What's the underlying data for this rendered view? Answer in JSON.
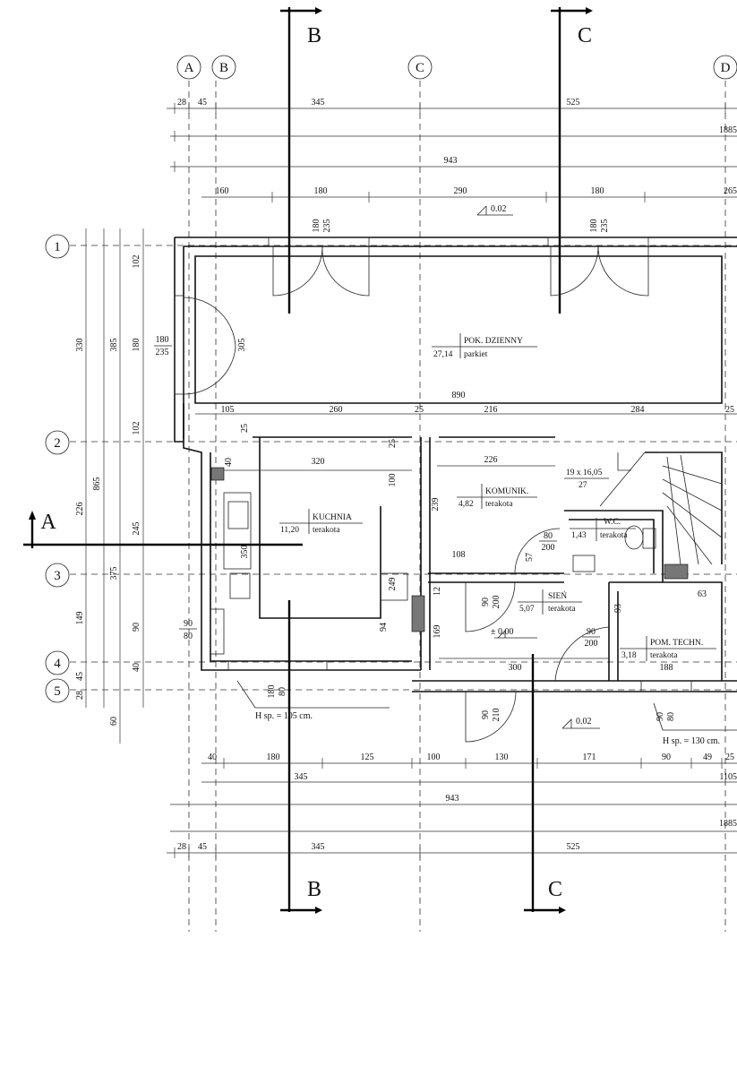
{
  "axes": {
    "cols": [
      "A",
      "B",
      "C",
      "D"
    ],
    "rows": [
      "1",
      "2",
      "3",
      "4",
      "5"
    ]
  },
  "sections": {
    "b": "B",
    "c": "C",
    "a": "A"
  },
  "rooms": {
    "living": {
      "name": "POK. DZIENNY",
      "area": "27,14",
      "floor": "parkiet"
    },
    "kitchen": {
      "name": "KUCHNIA",
      "area": "11,20",
      "floor": "terakota"
    },
    "hall": {
      "name": "KOMUNIK.",
      "area": "4,82",
      "floor": "terakota"
    },
    "wc": {
      "name": "W.C.",
      "area": "1,43",
      "floor": "terakota"
    },
    "vestibule": {
      "name": "SIEŃ",
      "area": "5,07",
      "floor": "terakota"
    },
    "technical": {
      "name": "POM. TECHN.",
      "area": "3,18",
      "floor": "terakota"
    }
  },
  "levels": {
    "top": "0.02",
    "entrance": "± 0.00",
    "bottom": "0.02"
  },
  "notes": {
    "sill_left": "H sp. = 105 cm.",
    "sill_right": "H sp. = 130 cm.",
    "stairs": "19 x 16,05",
    "stairs_width": "27"
  },
  "dims": {
    "top_row1": [
      "28",
      "45",
      "345",
      "525",
      "1885"
    ],
    "top_row2": [
      "943"
    ],
    "top_row3": [
      "160",
      "180",
      "290",
      "180",
      "265"
    ],
    "door_top": [
      "180",
      "235"
    ],
    "left_col1": [
      "330",
      "226",
      "375",
      "149"
    ],
    "left_col2": [
      "385",
      "865"
    ],
    "left_col3": [
      "102",
      "180",
      "102",
      "245",
      "90",
      "40",
      "45",
      "28",
      "60"
    ],
    "left_door": [
      "180",
      "235"
    ],
    "inner_305": "305",
    "inner_890": "890",
    "inner_row": [
      "105",
      "260",
      "25",
      "216",
      "284",
      "25"
    ],
    "kitchen": [
      "320",
      "40",
      "25",
      "100",
      "350",
      "90",
      "80",
      "94",
      "249"
    ],
    "hall": [
      "226",
      "239",
      "108",
      "57",
      "80",
      "200",
      "12"
    ],
    "vest": [
      "90",
      "200",
      "169",
      "300",
      "90",
      "210"
    ],
    "tech": [
      "93",
      "90",
      "200",
      "63",
      "188"
    ],
    "win": [
      "180",
      "80",
      "90",
      "80"
    ],
    "bottom_row1": [
      "40",
      "180",
      "125",
      "100",
      "130",
      "171",
      "90",
      "49",
      "25"
    ],
    "bottom_row2": [
      "345",
      "1105"
    ],
    "bottom_row3": [
      "943"
    ],
    "bottom_row4": [
      "1885"
    ],
    "bottom_row5": [
      "28",
      "45",
      "345",
      "525"
    ]
  }
}
